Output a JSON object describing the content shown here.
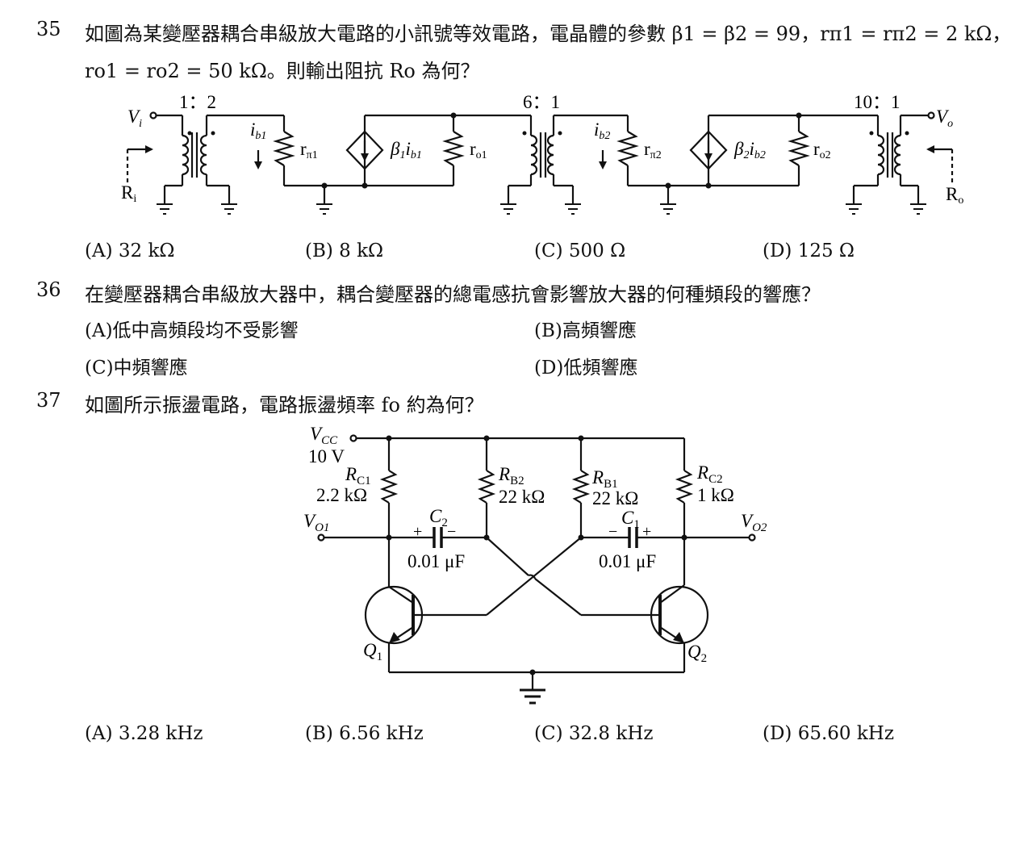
{
  "questions": [
    {
      "number": "35",
      "text_line1": "如圖為某變壓器耦合串級放大電路的小訊號等效電路，電晶體的參數 β1 = β2 = 99，rπ1 = rπ2 = 2 kΩ，",
      "text_line2": "ro1 = ro2 = 50 kΩ。則輸出阻抗 Ro 為何？",
      "figure": {
        "ratio1": "1：2",
        "ratio2": "6：1",
        "ratio3": "10：1",
        "vi": "V",
        "vi_sub": "i",
        "vo": "V",
        "vo_sub": "o",
        "ri": "R",
        "ri_sub": "i",
        "ro": "R",
        "ro_sub": "o",
        "ib1": "i",
        "ib1_sub": "b1",
        "ib2": "i",
        "ib2_sub": "b2",
        "rpi1": "r",
        "rpi1_sub": "π1",
        "rpi2": "r",
        "rpi2_sub": "π2",
        "ro1": "r",
        "ro1_sub": "o1",
        "ro2": "r",
        "ro2_sub": "o2",
        "src1": "β",
        "src1_sub": "1",
        "src1_i": "i",
        "src1_isub": "b1",
        "src2": "β",
        "src2_sub": "2",
        "src2_i": "i",
        "src2_isub": "b2"
      },
      "options": [
        "(A) 32 kΩ",
        "(B) 8 kΩ",
        "(C) 500 Ω",
        "(D) 125 Ω"
      ]
    },
    {
      "number": "36",
      "text_line1": "在變壓器耦合串級放大器中，耦合變壓器的總電感抗會影響放大器的何種頻段的響應？",
      "options": [
        "(A)低中高頻段均不受影響",
        "(B)高頻響應",
        "(C)中頻響應",
        "(D)低頻響應"
      ]
    },
    {
      "number": "37",
      "text_line1": "如圖所示振盪電路，電路振盪頻率 fo 約為何？",
      "figure": {
        "vcc": "V",
        "vcc_sub": "CC",
        "vcc_value": "10 V",
        "rc1": "R",
        "rc1_sub": "C1",
        "rc1_value": "2.2 kΩ",
        "rb2": "R",
        "rb2_sub": "B2",
        "rb2_value": "22 kΩ",
        "rb1": "R",
        "rb1_sub": "B1",
        "rb1_value": "22 kΩ",
        "rc2": "R",
        "rc2_sub": "C2",
        "rc2_value": "1 kΩ",
        "c2": "C",
        "c2_sub": "2",
        "c2_value": "0.01 μF",
        "c1": "C",
        "c1_sub": "1",
        "c1_value": "0.01 μF",
        "vo1": "V",
        "vo1_sub": "O1",
        "vo2": "V",
        "vo2_sub": "O2",
        "q1": "Q",
        "q1_sub": "1",
        "q2": "Q",
        "q2_sub": "2",
        "plus": "+",
        "minus": "−"
      },
      "options": [
        "(A) 3.28 kHz",
        "(B) 6.56 kHz",
        "(C) 32.8 kHz",
        "(D) 65.60 kHz"
      ]
    }
  ]
}
